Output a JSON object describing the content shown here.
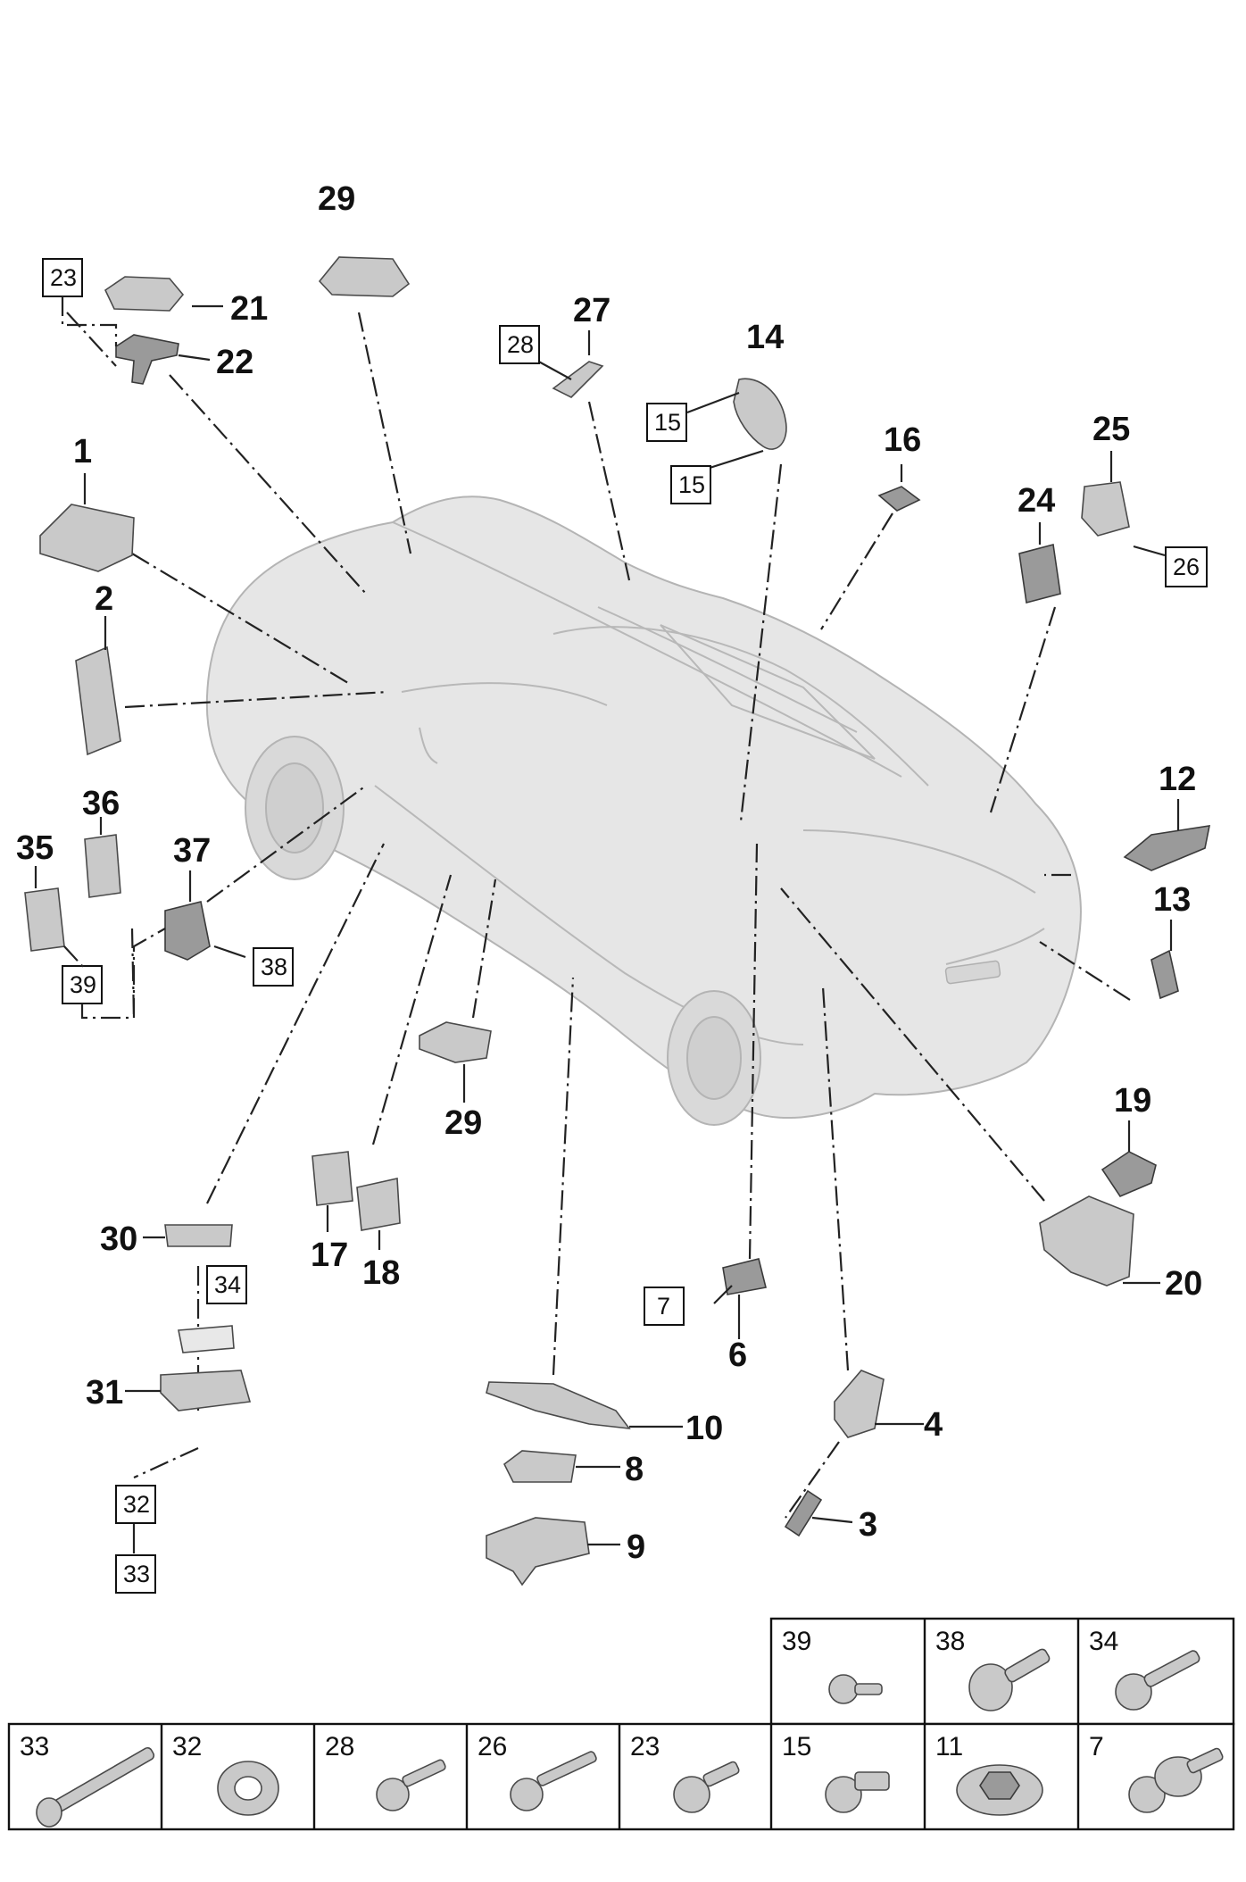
{
  "callouts": [
    "29",
    "21",
    "22",
    "27",
    "14",
    "16",
    "25",
    "24",
    "1",
    "2",
    "12",
    "13",
    "36",
    "35",
    "37",
    "19",
    "29",
    "30",
    "17",
    "18",
    "6",
    "10",
    "8",
    "9",
    "4",
    "3",
    "20",
    "31"
  ],
  "boxed_refs": [
    "23",
    "28",
    "15",
    "15",
    "26",
    "38",
    "39",
    "34",
    "7",
    "32",
    "33"
  ],
  "hardware_table": {
    "top_row": [
      "39",
      "38",
      "34"
    ],
    "bottom_row": [
      "33",
      "32",
      "28",
      "26",
      "23",
      "15",
      "11",
      "7"
    ]
  }
}
